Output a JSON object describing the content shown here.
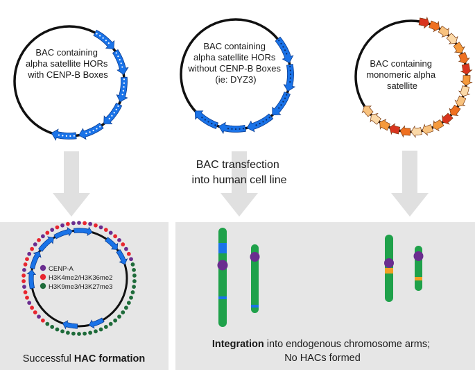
{
  "bacs": [
    {
      "lines": [
        "BAC containing",
        "alpha satellite HORs",
        "with CENP-B Boxes"
      ]
    },
    {
      "lines": [
        "BAC containing",
        "alpha satellite HORs",
        "without CENP-B Boxes",
        "(ie: DYZ3)"
      ]
    },
    {
      "lines": [
        "BAC containing",
        "monomeric alpha",
        "satellite"
      ]
    }
  ],
  "transfection": {
    "lines": [
      "BAC transfection",
      "into human cell line"
    ]
  },
  "legend": {
    "items": [
      {
        "label": "CENP-A",
        "color": "#6a2d8f"
      },
      {
        "label": "H3K4me2/H3K36me2",
        "color": "#e8262f"
      },
      {
        "label": "H3K9me3/H3K27me3",
        "color": "#1e6b3a"
      }
    ]
  },
  "outcomes": {
    "left_prefix": "Successful ",
    "left_bold": "HAC formation",
    "right_bold": "Integration",
    "right_line1_rest": " into endogenous chromosome arms;",
    "right_line2": "No HACs formed"
  },
  "colors": {
    "hor_arrow": "#1a73e8",
    "monomer_shades": [
      "#d9341e",
      "#ef7020",
      "#f59a3c",
      "#f8c27e",
      "#fbd9a8"
    ],
    "chromosome": "#1fa14a",
    "centromere": "#6a2d8f",
    "insert_blue": "#1a73e8",
    "insert_orange": "#f2a024",
    "panel_bg": "#e6e6e6",
    "arrow_grey": "#e0e0e0"
  }
}
